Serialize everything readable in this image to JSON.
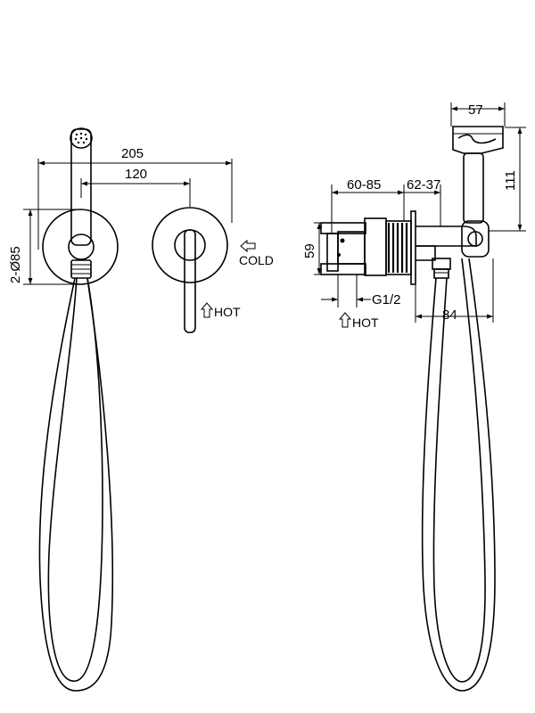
{
  "front_view": {
    "dims": {
      "overall_width": "205",
      "center_distance": "120",
      "plate_diameter": "2-Ø85"
    },
    "labels": {
      "cold": "COLD",
      "hot": "HOT"
    }
  },
  "side_view": {
    "dims": {
      "head_width": "57",
      "wall_depth": "60-85",
      "plate_depth": "62-37",
      "head_height": "111",
      "body_height": "59",
      "thread": "G1/2",
      "projection": "84"
    },
    "labels": {
      "hot": "HOT"
    }
  },
  "icons": {
    "hot_arrow": "arrow-up-outline-icon",
    "cold_arrow": "arrow-left-outline-icon"
  }
}
